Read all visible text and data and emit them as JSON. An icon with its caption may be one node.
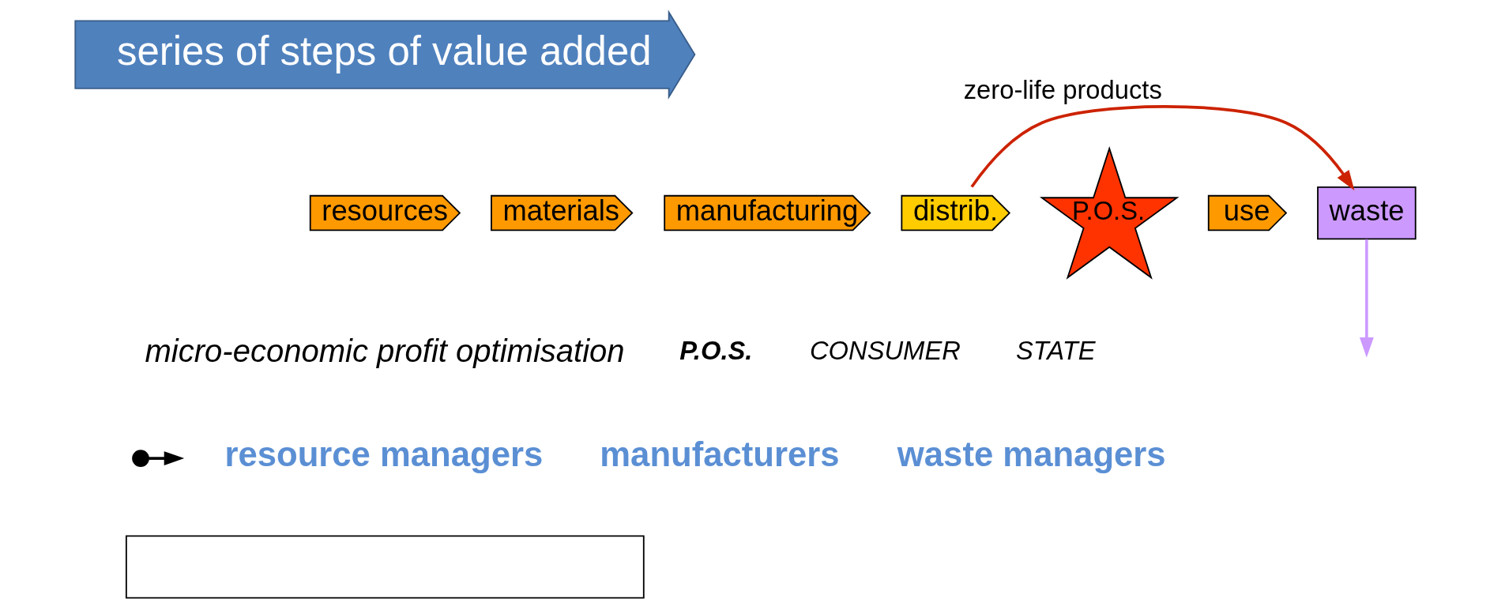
{
  "diagram": {
    "nodes": [
      {
        "text": [
          "series of steps of value added"
        ]
      },
      {
        "text": [
          "resources"
        ]
      },
      {
        "text": [
          "materials"
        ]
      },
      {
        "text": [
          "manufacturing"
        ]
      },
      {
        "text": [
          "distrib."
        ]
      },
      {
        "text": [
          "P.O.S."
        ]
      },
      {
        "text": [
          "use"
        ]
      },
      {
        "text": [
          "waste"
        ]
      },
      {
        "text": [],
        "shape": "circle"
      },
      {
        "text": [],
        "shape": "box"
      }
    ],
    "edges": [
      {
        "from": 4,
        "to": 7,
        "arrow": "to",
        "label": "zero-life products",
        "color": "#cc2200"
      },
      {
        "from": 7,
        "to": null,
        "arrow": "to",
        "color": "#cc99ff"
      },
      {
        "from": 8,
        "to": null,
        "arrow": "to",
        "color": "#000000"
      }
    ],
    "labels": [
      "micro-economic profit optimisation",
      "P.O.S.",
      "CONSUMER",
      "STATE",
      "resource managers",
      "manufacturers",
      "waste managers"
    ]
  }
}
